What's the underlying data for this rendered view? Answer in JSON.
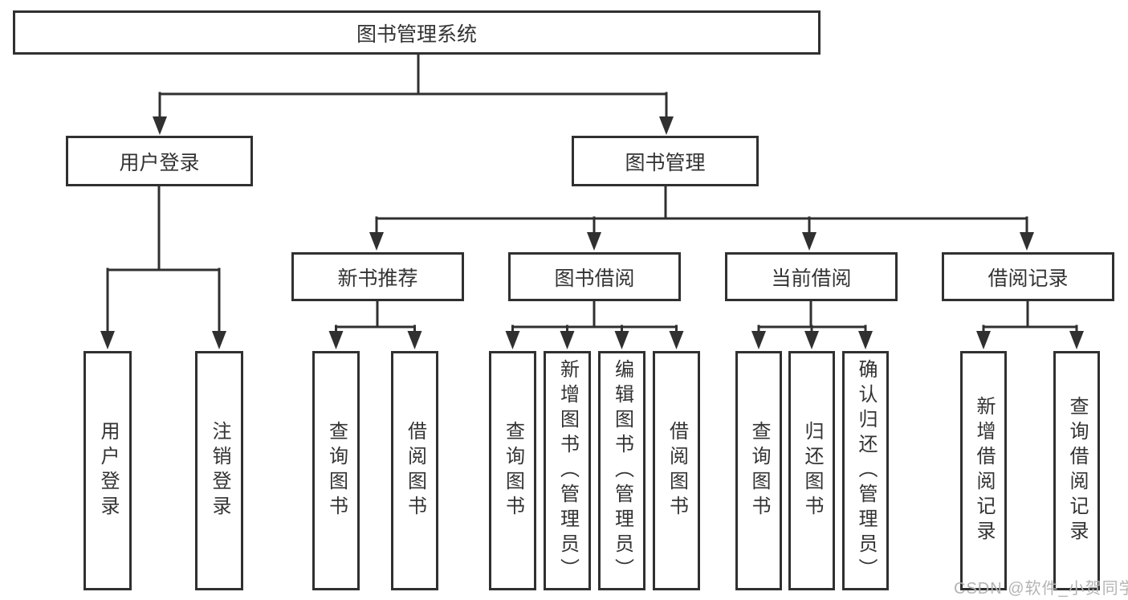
{
  "diagram": {
    "colors": {
      "line": "#303030",
      "box_border": "#303030",
      "box_background": "#ffffff",
      "text": "#333333",
      "watermark": "#b4b4b4"
    },
    "root": {
      "label": "图书管理系统"
    },
    "level2": [
      {
        "label": "用户登录",
        "parent": "图书管理系统"
      },
      {
        "label": "图书管理",
        "parent": "图书管理系统"
      }
    ],
    "level3": [
      {
        "label": "新书推荐",
        "parent": "图书管理"
      },
      {
        "label": "图书借阅",
        "parent": "图书管理"
      },
      {
        "label": "当前借阅",
        "parent": "图书管理"
      },
      {
        "label": "借阅记录",
        "parent": "图书管理"
      }
    ],
    "leaves": [
      {
        "label": "用户登录",
        "parent": "用户登录"
      },
      {
        "label": "注销登录",
        "parent": "用户登录"
      },
      {
        "label": "查询图书",
        "parent": "新书推荐"
      },
      {
        "label": "借阅图书",
        "parent": "新书推荐"
      },
      {
        "label": "查询图书",
        "parent": "图书借阅"
      },
      {
        "label": "新增图书（管理员）",
        "parent": "图书借阅"
      },
      {
        "label": "编辑图书（管理员）",
        "parent": "图书借阅"
      },
      {
        "label": "借阅图书",
        "parent": "图书借阅"
      },
      {
        "label": "查询图书",
        "parent": "当前借阅"
      },
      {
        "label": "归还图书",
        "parent": "当前借阅"
      },
      {
        "label": "确认归还（管理员）",
        "parent": "当前借阅"
      },
      {
        "label": "新增借阅记录",
        "parent": "借阅记录"
      },
      {
        "label": "查询借阅记录",
        "parent": "借阅记录"
      }
    ]
  },
  "watermark": {
    "text": "CSDN @软件_小贺同学"
  }
}
